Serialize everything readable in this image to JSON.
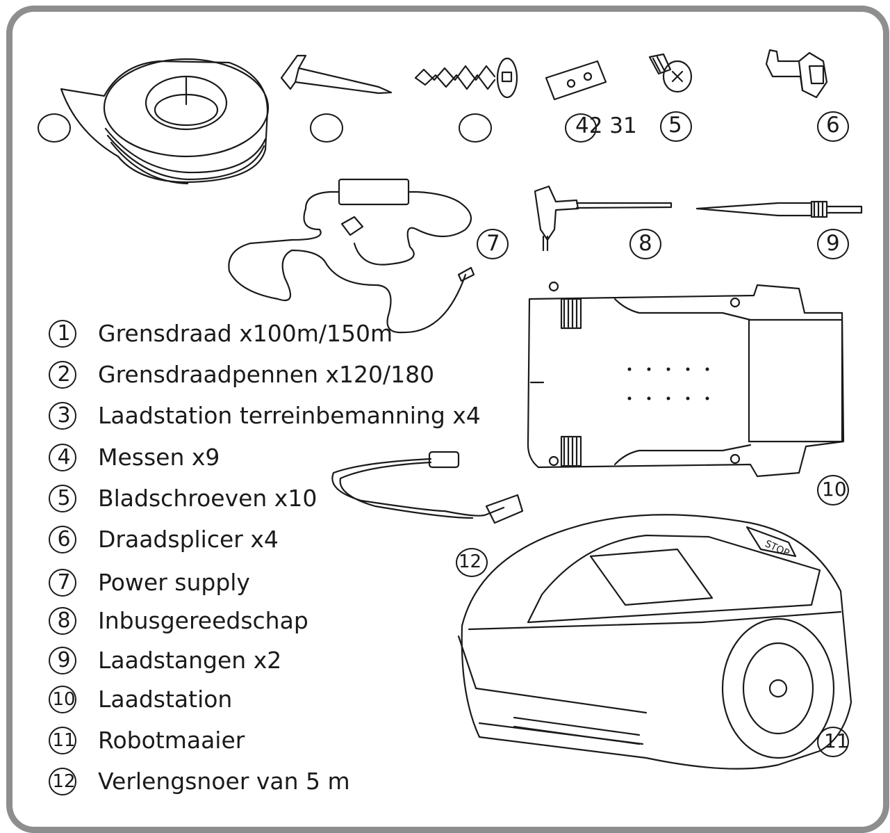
{
  "callouts": {
    "c42_31": "42 31",
    "c5": "5",
    "c6": "6",
    "c7": "7",
    "c8": "8",
    "c9": "9",
    "c10": "10",
    "c11": "11",
    "c12": "12"
  },
  "legend": [
    {
      "num": "1",
      "text": "Grensdraad x100m/150m"
    },
    {
      "num": "2",
      "text": "Grensdraadpennen x120/180"
    },
    {
      "num": "3",
      "text": "Laadstation terreinbemanning x4"
    },
    {
      "num": "4",
      "text": "Messen  x9"
    },
    {
      "num": "5",
      "text": "Bladschroeven x10"
    },
    {
      "num": "6",
      "text": "Draadsplicer x4"
    },
    {
      "num": "7",
      "text": "Power supply"
    },
    {
      "num": "8",
      "text": "Inbusgereedschap"
    },
    {
      "num": "9",
      "text": "Laadstangen x2"
    },
    {
      "num": "10",
      "text": "Laadstation"
    },
    {
      "num": "11",
      "text": "Robotmaaier"
    },
    {
      "num": "12",
      "text": "Verlengsnoer van 5 m"
    }
  ],
  "robot": {
    "stop_label": "STOP"
  },
  "colors": {
    "frame": "#8e8e8e",
    "ink": "#1a1a1a"
  }
}
